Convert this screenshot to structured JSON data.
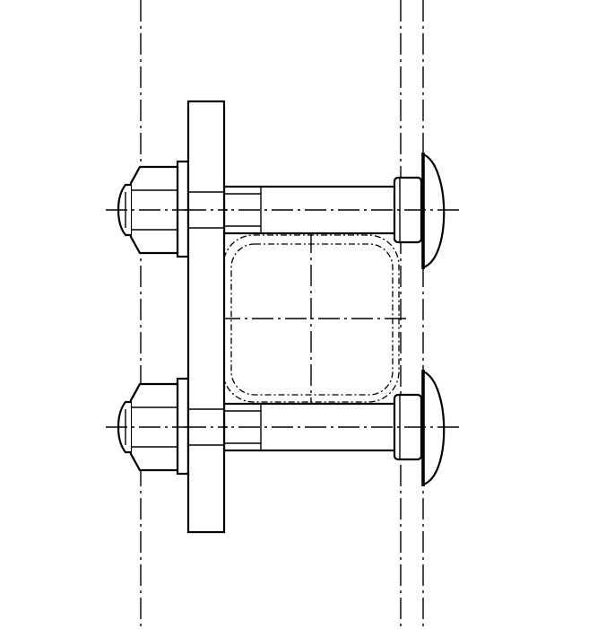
{
  "drawing": {
    "colors": {
      "line": "#000000",
      "background": "#ffffff"
    },
    "parts": [
      "clamp-plate",
      "carriage-bolt",
      "hex-nut",
      "washer",
      "square-tube-profile"
    ],
    "bolt_count": 2
  }
}
